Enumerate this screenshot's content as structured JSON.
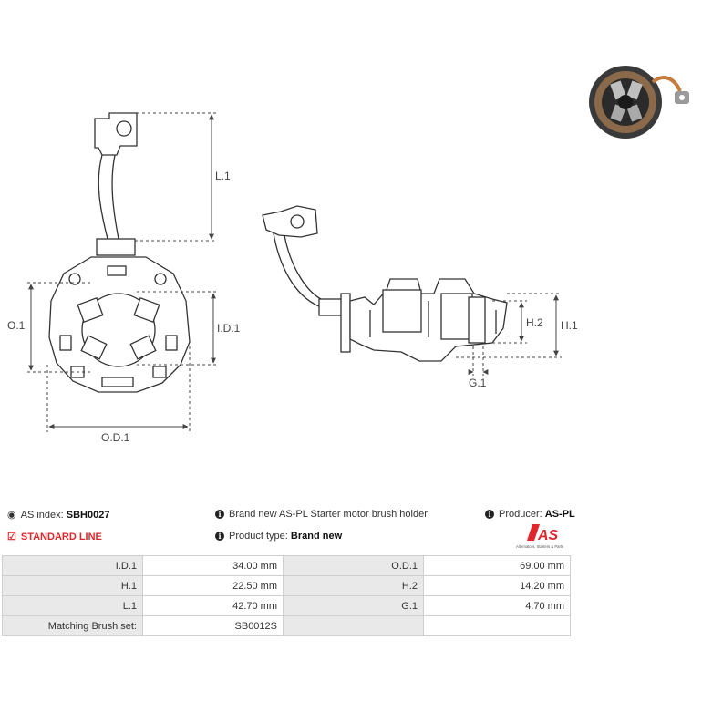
{
  "dimensions": {
    "l1": "L.1",
    "o1": "O.1",
    "id1": "I.D.1",
    "od1": "O.D.1",
    "h1": "H.1",
    "h2": "H.2",
    "g1": "G.1"
  },
  "info": {
    "as_index_label": "AS index:",
    "as_index_value": "SBH0027",
    "description": "Brand new AS-PL Starter motor brush holder",
    "producer_label": "Producer:",
    "producer_value": "AS-PL",
    "line": "STANDARD LINE",
    "product_type_label": "Product type:",
    "product_type_value": "Brand new"
  },
  "logo": {
    "mark": "AS",
    "tagline": "Alternators, Starters & Parts",
    "brand_color": "#e0262b"
  },
  "specs": [
    [
      "I.D.1",
      "34.00 mm",
      "O.D.1",
      "69.00 mm"
    ],
    [
      "H.1",
      "22.50 mm",
      "H.2",
      "14.20 mm"
    ],
    [
      "L.1",
      "42.70 mm",
      "G.1",
      "4.70 mm"
    ],
    [
      "Matching Brush set:",
      "SB0012S",
      "",
      ""
    ]
  ],
  "icons": {
    "as_index": "tag-icon",
    "description": "info-icon",
    "producer": "info-icon",
    "line": "check-square-icon",
    "product_type": "info-icon"
  }
}
